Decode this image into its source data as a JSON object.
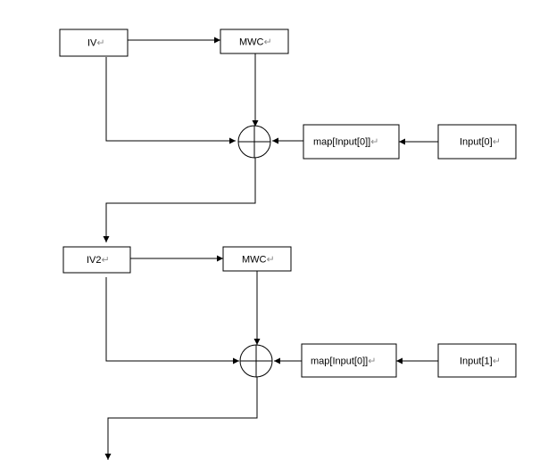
{
  "stages": [
    {
      "iv_label": "IV",
      "mwc_label": "MWC",
      "map_label": "map[Input[0]]",
      "input_label": "Input[0]"
    },
    {
      "iv_label": "IV2",
      "mwc_label": "MWC",
      "map_label": "map[Input[0]]",
      "input_label": "Input[1]"
    }
  ],
  "paragraph_mark": "↵",
  "colors": {
    "stroke": "#000000",
    "background": "#ffffff",
    "paragraph_mark": "#8a8a8a"
  },
  "icons": {
    "xor": "xor-icon",
    "paragraph_mark": "paragraph-mark-icon"
  }
}
